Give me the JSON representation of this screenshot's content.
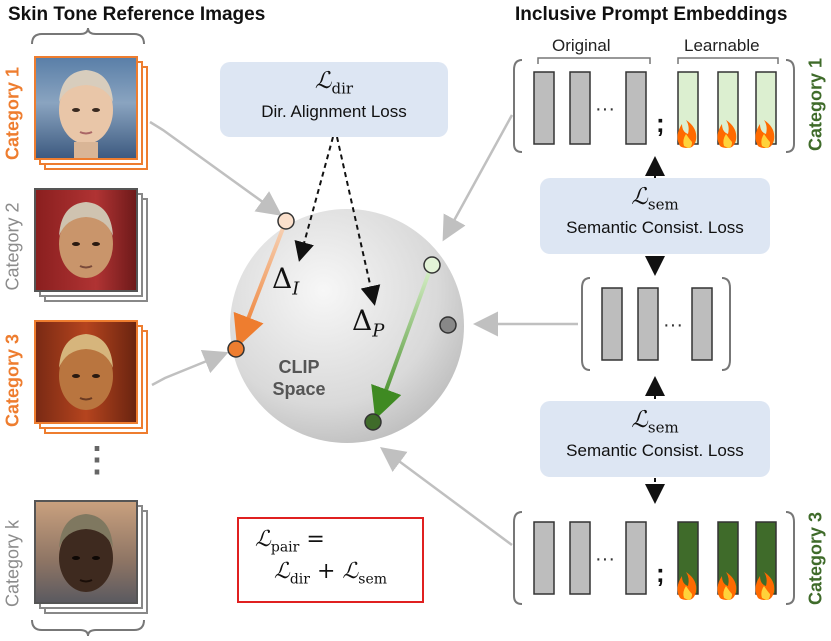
{
  "titles": {
    "left": "Skin Tone Reference Images",
    "right": "Inclusive Prompt Embeddings"
  },
  "categories": {
    "cat1": "Category 1",
    "cat2": "Category 2",
    "cat3": "Category 3",
    "catk": "Category k"
  },
  "losses": {
    "dir_symbol": "ℒ",
    "dir_sub": "dir",
    "dir_text": "Dir. Alignment Loss",
    "sem_symbol": "ℒ",
    "sem_sub": "sem",
    "sem_text": "Semantic Consist. Loss"
  },
  "prompt": {
    "original": "Original",
    "learnable": "Learnable",
    "ellipsis": "···",
    "semicolon": ";"
  },
  "clip": {
    "line1": "CLIP",
    "line2": "Space",
    "delta": "Δ",
    "delta_i_sub": "I",
    "delta_p_sub": "P"
  },
  "pair": {
    "lhs_sym": "ℒ",
    "lhs_sub": "pair",
    "eq": " =",
    "rhs_sym1": "ℒ",
    "rhs_sub1": "dir",
    "plus": " + ",
    "rhs_sym2": "ℒ",
    "rhs_sub2": "sem"
  },
  "vdots": "⋮",
  "colors": {
    "orange": "#ee7d2f",
    "green": "#3f6b2a",
    "light_green": "#dcefd0",
    "gray_bar": "#bdbdbd",
    "loss_box": "#dde6f3",
    "red_box": "#e02020"
  },
  "icons": [
    "fire-icon"
  ]
}
